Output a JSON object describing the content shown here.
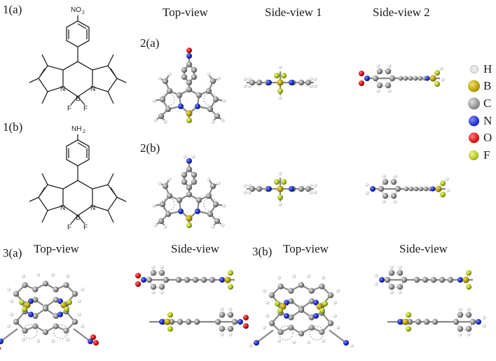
{
  "labels": {
    "p1a": "1(a)",
    "p1b": "1(b)",
    "p2a": "2(a)",
    "p2b": "2(b)",
    "p3a": "3(a)",
    "p3b": "3(b)"
  },
  "headers": {
    "top_view": "Top-view",
    "side_view_1": "Side-view 1",
    "side_view_2": "Side-view 2",
    "top_view_3a": "Top-view",
    "side_view_3a": "Side-view",
    "top_view_3b": "Top-view",
    "side_view_3b": "Side-view"
  },
  "structure_labels": {
    "no2": "NO",
    "no2_sub": "2",
    "nh2": "NH",
    "nh2_sub": "2",
    "n": "N",
    "b": "B",
    "f": "F"
  },
  "legend": [
    {
      "symbol": "H",
      "color": "#e8e8e8"
    },
    {
      "symbol": "B",
      "color": "#b8a000"
    },
    {
      "symbol": "C",
      "color": "#909090"
    },
    {
      "symbol": "N",
      "color": "#1f2fd0"
    },
    {
      "symbol": "O",
      "color": "#e01010"
    },
    {
      "symbol": "F",
      "color": "#b0c820"
    }
  ]
}
